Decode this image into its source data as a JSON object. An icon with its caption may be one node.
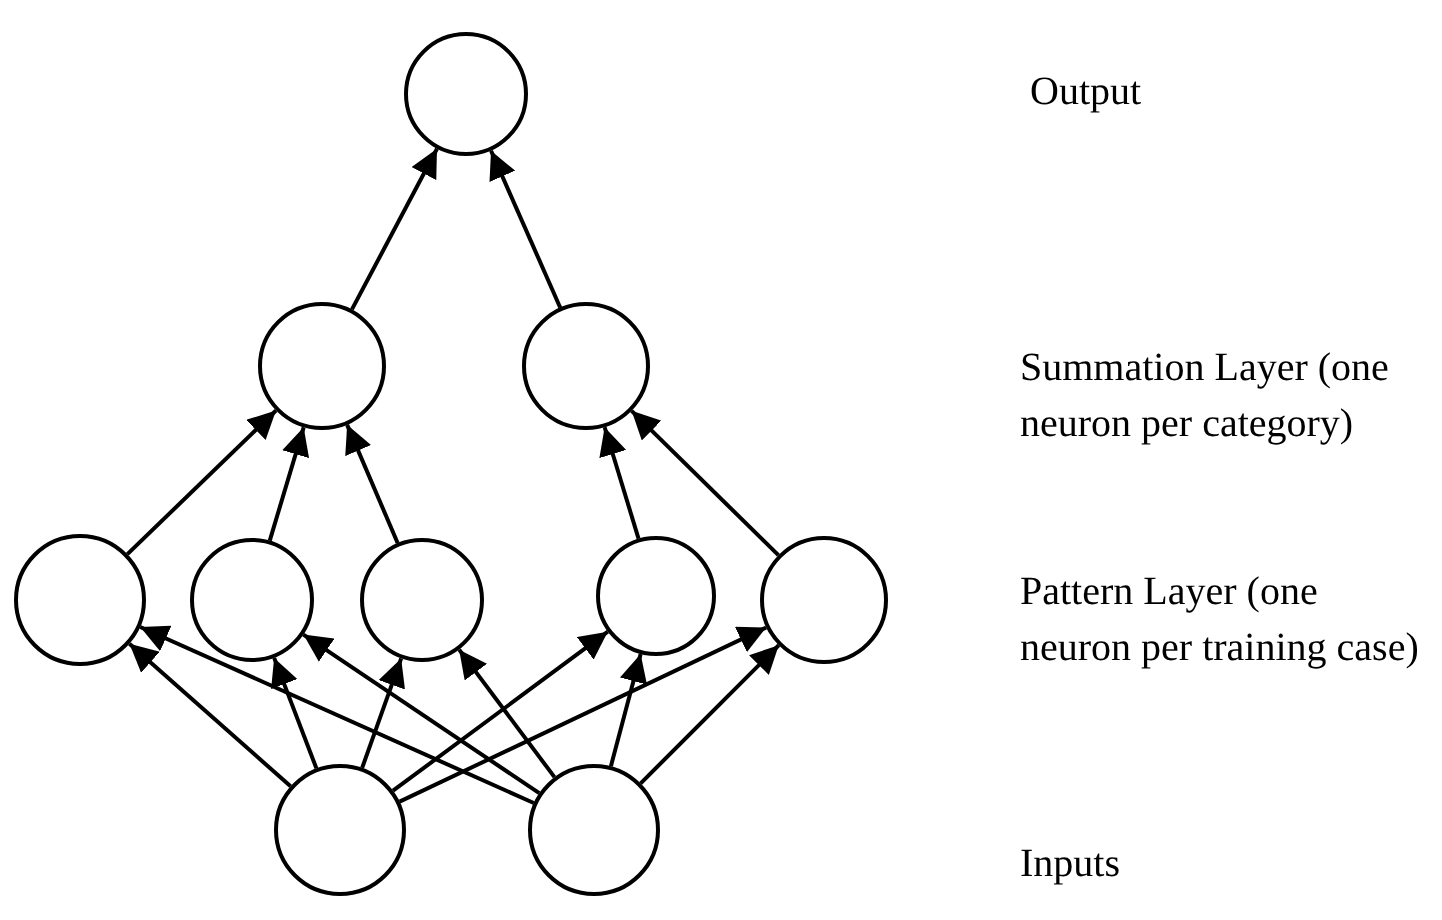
{
  "diagram": {
    "nodes": [
      {
        "text": [],
        "shape": "circle"
      },
      {
        "text": [],
        "shape": "circle"
      },
      {
        "text": [],
        "shape": "circle"
      },
      {
        "text": [],
        "shape": "circle"
      },
      {
        "text": [],
        "shape": "circle"
      },
      {
        "text": [],
        "shape": "circle"
      },
      {
        "text": [],
        "shape": "circle"
      },
      {
        "text": [],
        "shape": "circle"
      },
      {
        "text": [],
        "shape": "circle"
      },
      {
        "text": [],
        "shape": "circle"
      }
    ],
    "edges": [
      {
        "from": 1,
        "to": 0,
        "arrow": "to"
      },
      {
        "from": 2,
        "to": 0,
        "arrow": "to"
      },
      {
        "from": 3,
        "to": 1,
        "arrow": "to"
      },
      {
        "from": 4,
        "to": 1,
        "arrow": "to"
      },
      {
        "from": 5,
        "to": 1,
        "arrow": "to"
      },
      {
        "from": 6,
        "to": 2,
        "arrow": "to"
      },
      {
        "from": 7,
        "to": 2,
        "arrow": "to"
      },
      {
        "from": 8,
        "to": 3,
        "arrow": "to"
      },
      {
        "from": 8,
        "to": 4,
        "arrow": "to"
      },
      {
        "from": 8,
        "to": 5,
        "arrow": "to"
      },
      {
        "from": 8,
        "to": 6,
        "arrow": "to"
      },
      {
        "from": 8,
        "to": 7,
        "arrow": "to"
      },
      {
        "from": 9,
        "to": 3,
        "arrow": "to"
      },
      {
        "from": 9,
        "to": 4,
        "arrow": "to"
      },
      {
        "from": 9,
        "to": 5,
        "arrow": "to"
      },
      {
        "from": 9,
        "to": 6,
        "arrow": "to"
      },
      {
        "from": 9,
        "to": 7,
        "arrow": "to"
      }
    ],
    "labels": [
      "Output",
      "Summation Layer (one neuron per category)",
      "Pattern Layer (one neuron per training case)",
      "Inputs"
    ]
  }
}
